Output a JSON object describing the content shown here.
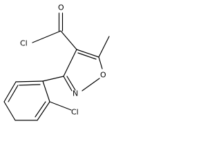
{
  "molecule": {
    "atoms": {
      "carbonyl_oxygen": "O",
      "acyl_chlorine": "Cl",
      "ring_oxygen": "O",
      "ring_nitrogen": "N",
      "aryl_chlorine": "Cl"
    },
    "colors": {
      "bond": "#000000",
      "label": "#000000",
      "background": "#ffffff"
    }
  }
}
